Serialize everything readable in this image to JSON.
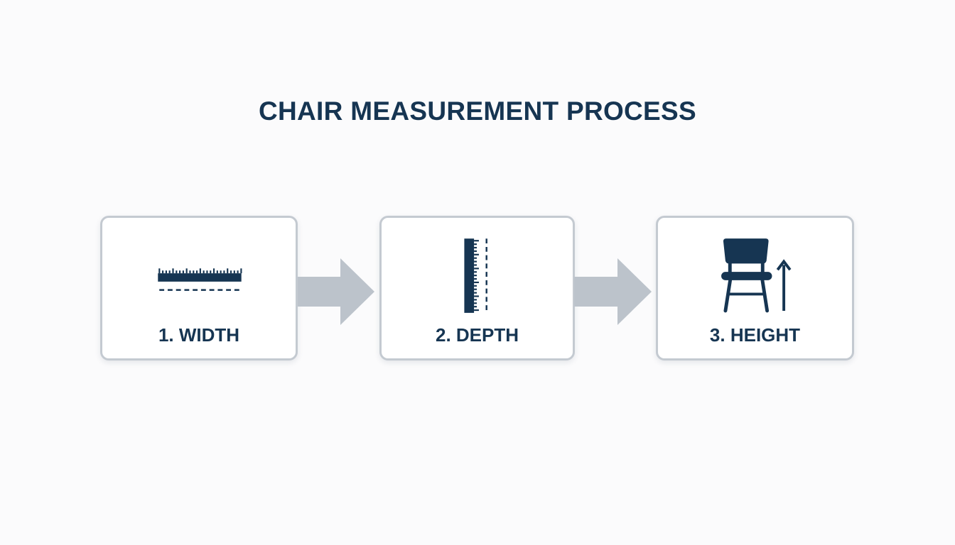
{
  "title": "CHAIR MEASUREMENT PROCESS",
  "colors": {
    "text": "#163552",
    "icon": "#163552",
    "box_border": "#c4cad1",
    "arrow": "#bcc3cb",
    "background": "#fbfbfc"
  },
  "steps": [
    {
      "label": "1. WIDTH",
      "icon": "horizontal-ruler-icon"
    },
    {
      "label": "2. DEPTH",
      "icon": "vertical-ruler-icon"
    },
    {
      "label": "3. HEIGHT",
      "icon": "chair-height-icon"
    }
  ],
  "connectors": [
    {
      "icon": "right-arrow-icon"
    },
    {
      "icon": "right-arrow-icon"
    }
  ]
}
